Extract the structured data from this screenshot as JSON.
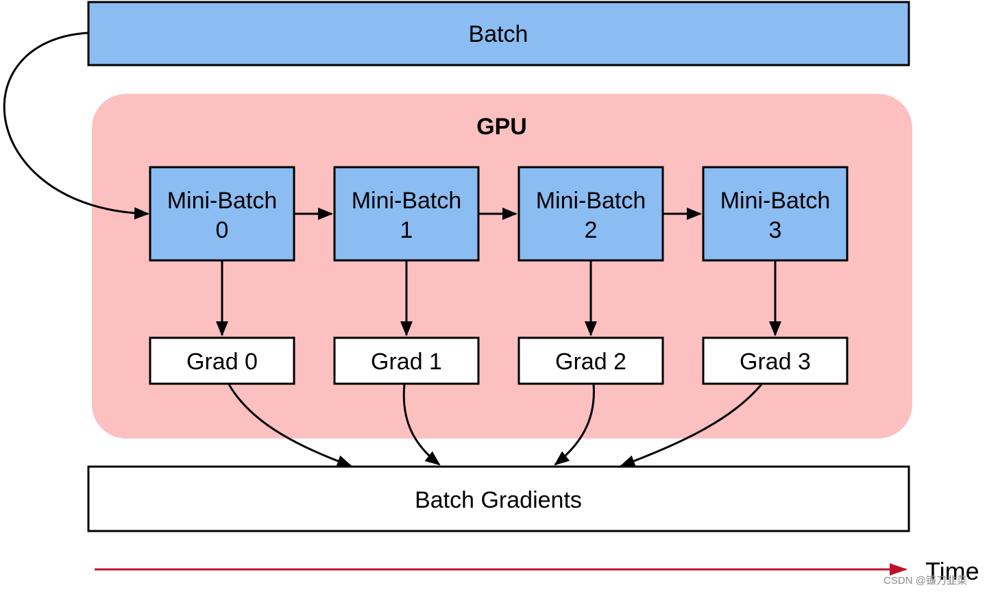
{
  "colors": {
    "batch_fill": "#8bbcf2",
    "gpu_fill": "#fcc0c1",
    "minibatch_fill": "#8bbcf2",
    "grad_fill": "#ffffff",
    "gradients_fill": "#ffffff",
    "stroke": "#000000",
    "time_arrow": "#c0112b"
  },
  "batch": {
    "label": "Batch"
  },
  "gpu": {
    "label": "GPU"
  },
  "minibatches": [
    {
      "line1": "Mini-Batch",
      "line2": "0"
    },
    {
      "line1": "Mini-Batch",
      "line2": "1"
    },
    {
      "line1": "Mini-Batch",
      "line2": "2"
    },
    {
      "line1": "Mini-Batch",
      "line2": "3"
    }
  ],
  "grads": [
    {
      "label": "Grad 0"
    },
    {
      "label": "Grad 1"
    },
    {
      "label": "Grad 2"
    },
    {
      "label": "Grad 3"
    }
  ],
  "batch_gradients": {
    "label": "Batch Gradients"
  },
  "time_axis": {
    "label": "Time"
  },
  "watermark": {
    "text": "CSDN @镰刀韭菜"
  }
}
